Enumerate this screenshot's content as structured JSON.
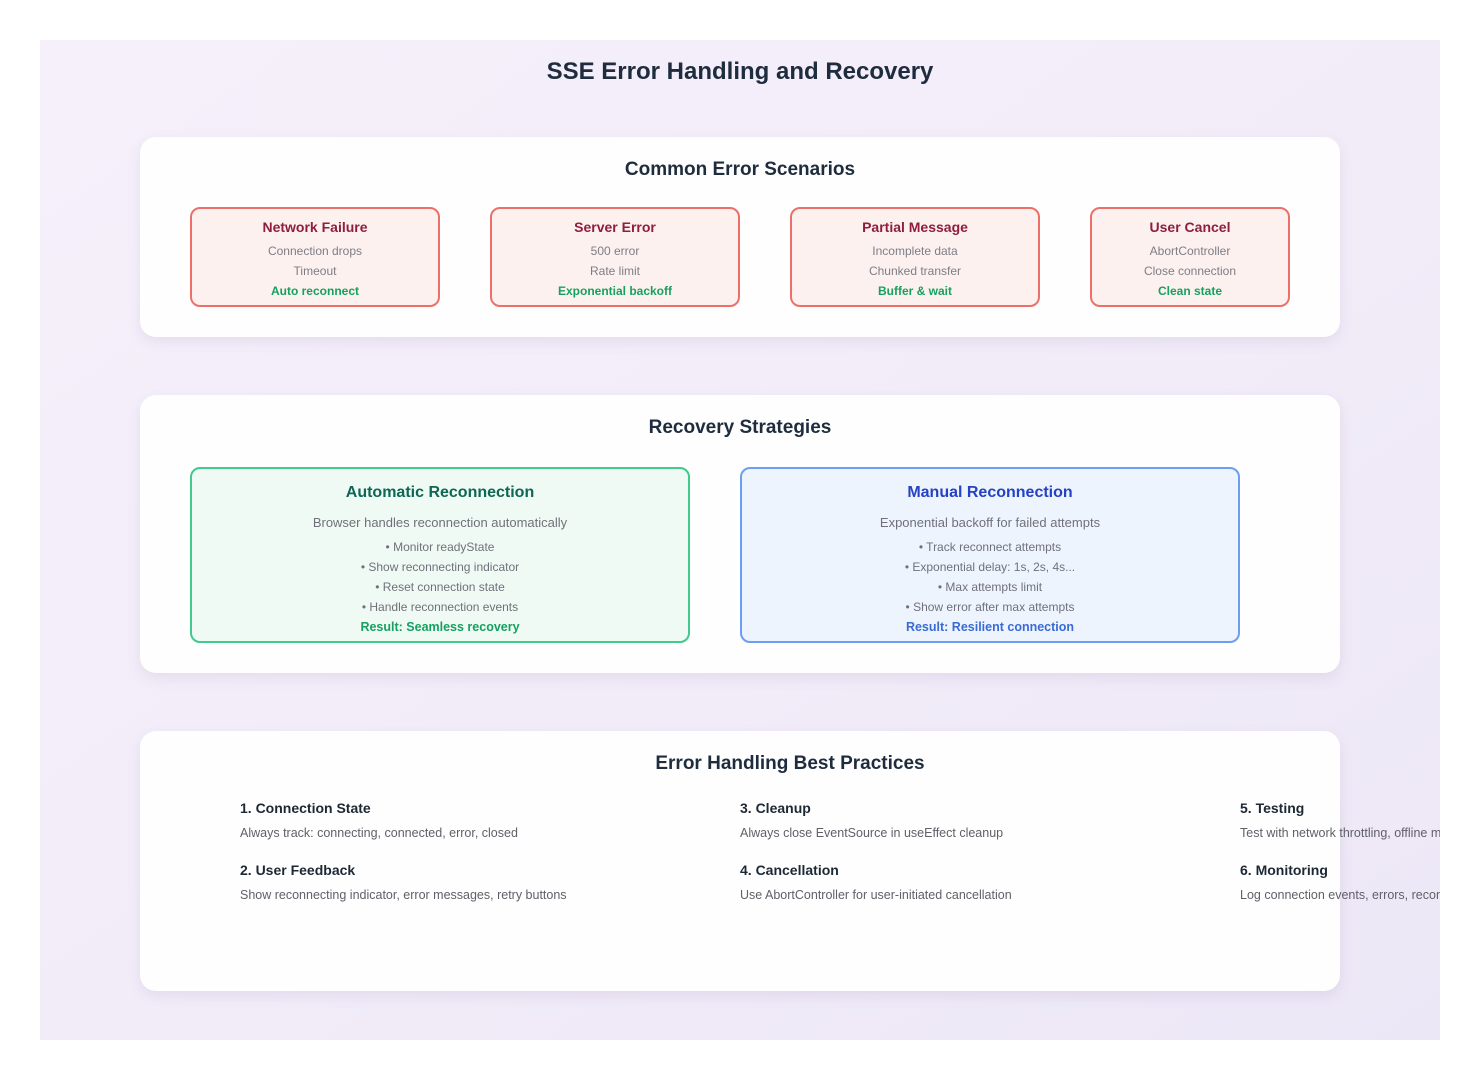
{
  "page": {
    "title": "SSE Error Handling and Recovery"
  },
  "colors": {
    "background_lavender": "#f2ecf9",
    "card_white": "#fefefe",
    "error_border": "#ec7069",
    "error_bg": "#fdf1f0",
    "error_title": "#8e1e3d",
    "muted_gray": "#7d7d85",
    "success_green": "#16a15f",
    "auto_border": "#40ca8c",
    "auto_bg": "#effaf4",
    "auto_title": "#0e6655",
    "manual_border": "#6c9ff2",
    "manual_bg": "#eef4fd",
    "manual_title": "#2541c4",
    "manual_result": "#3a6bd5",
    "heading_navy": "#1e2c3d"
  },
  "scenarios_section": {
    "title": "Common Error Scenarios",
    "cards": [
      {
        "title": "Network Failure",
        "lines": [
          "Connection drops",
          "Timeout"
        ],
        "solution": "Auto reconnect"
      },
      {
        "title": "Server Error",
        "lines": [
          "500 error",
          "Rate limit"
        ],
        "solution": "Exponential backoff"
      },
      {
        "title": "Partial Message",
        "lines": [
          "Incomplete data",
          "Chunked transfer"
        ],
        "solution": "Buffer & wait"
      },
      {
        "title": "User Cancel",
        "lines": [
          "AbortController",
          "Close connection"
        ],
        "solution": "Clean state"
      }
    ]
  },
  "strategies_section": {
    "title": "Recovery Strategies",
    "cards": [
      {
        "title": "Automatic Reconnection",
        "subtitle": "Browser handles reconnection automatically",
        "bullets": [
          "• Monitor readyState",
          "• Show reconnecting indicator",
          "• Reset connection state",
          "• Handle reconnection events"
        ],
        "result": "Result: Seamless recovery"
      },
      {
        "title": "Manual Reconnection",
        "subtitle": "Exponential backoff for failed attempts",
        "bullets": [
          "• Track reconnect attempts",
          "• Exponential delay: 1s, 2s, 4s...",
          "• Max attempts limit",
          "• Show error after max attempts"
        ],
        "result": "Result: Resilient connection"
      }
    ]
  },
  "practices_section": {
    "title": "Error Handling Best Practices",
    "items": [
      {
        "heading": "1. Connection State",
        "description": "Always track: connecting, connected, error, closed"
      },
      {
        "heading": "2. User Feedback",
        "description": "Show reconnecting indicator, error messages, retry buttons"
      },
      {
        "heading": "3. Cleanup",
        "description": "Always close EventSource in useEffect cleanup"
      },
      {
        "heading": "4. Cancellation",
        "description": "Use AbortController for user-initiated cancellation"
      },
      {
        "heading": "5. Testing",
        "description": "Test with network throttling, offline mo"
      },
      {
        "heading": "6. Monitoring",
        "description": "Log connection events, errors, reconn"
      }
    ]
  }
}
